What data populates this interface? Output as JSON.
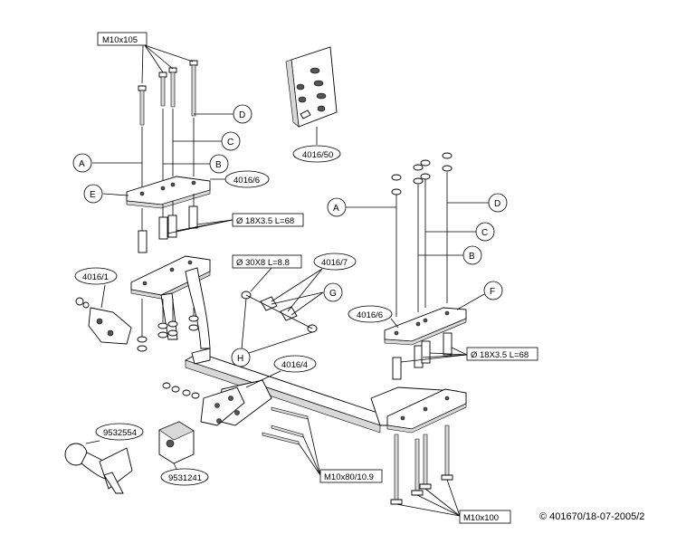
{
  "labels": {
    "bolt_top": "M10x105",
    "bolt_mid": "M10x80/10.9",
    "bolt_bottom": "M10x100",
    "spacer_left": "Ø 18X3.5 L=68",
    "spacer_right": "Ø 18X3.5 L=68",
    "tube_small": "Ø 30X8 L=8.8",
    "part_4016_6_left": "4016/6",
    "part_4016_6_right": "4016/6",
    "part_4016_7": "4016/7",
    "part_4016_50": "4016/50",
    "part_4016_1": "4016/1",
    "part_4016_4": "4016/4",
    "part_9532554": "9532554",
    "part_9531241": "9531241"
  },
  "letters": {
    "a_left": "A",
    "b_left": "B",
    "c_left": "C",
    "d_left": "D",
    "e_left": "E",
    "a_right": "A",
    "b_right": "B",
    "c_right": "C",
    "d_right": "D",
    "f_right": "F",
    "g": "G",
    "h": "H"
  },
  "copyright": "© 401670/18-07-2005/2"
}
